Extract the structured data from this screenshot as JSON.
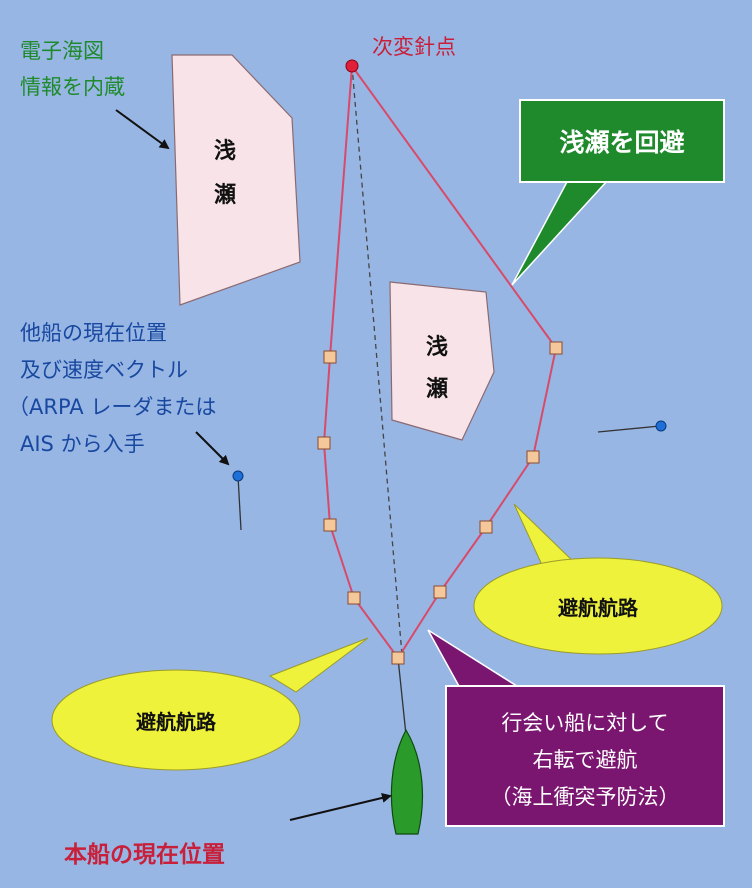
{
  "labels": {
    "ecdis_line1": "電子海図",
    "ecdis_line2": "情報を内蔵",
    "next_waypoint": "次変針点",
    "shoal_char1": "浅",
    "shoal_char2": "瀬",
    "avoid_shoal": "浅瀬を回避",
    "other_ship_line1": "他船の現在位置",
    "other_ship_line2": "及び速度ベクトル",
    "other_ship_line3": "（ARPA レーダまたは",
    "other_ship_line4": "AIS から入手",
    "avoidance_route": "避航航路",
    "give_way_line1": "行会い船に対して",
    "give_way_line2": "右転で避航",
    "give_way_line3": "（海上衝突予防法）",
    "own_ship_position": "本船の現在位置"
  },
  "colors": {
    "sea": "#98b6e4",
    "shoal_fill": "#f8e4e8",
    "route": "#d84a6a",
    "waypoint": "#f4c89a",
    "green_callout": "#1e8a2c",
    "yellow_callout": "#eef23a",
    "purple_callout": "#7a1670",
    "own_ship": "#2a9a2a",
    "other_ship": "#1e6fd8",
    "green_text": "#1e8a2c",
    "blue_text": "#1848a0",
    "red_text": "#c8203a"
  }
}
